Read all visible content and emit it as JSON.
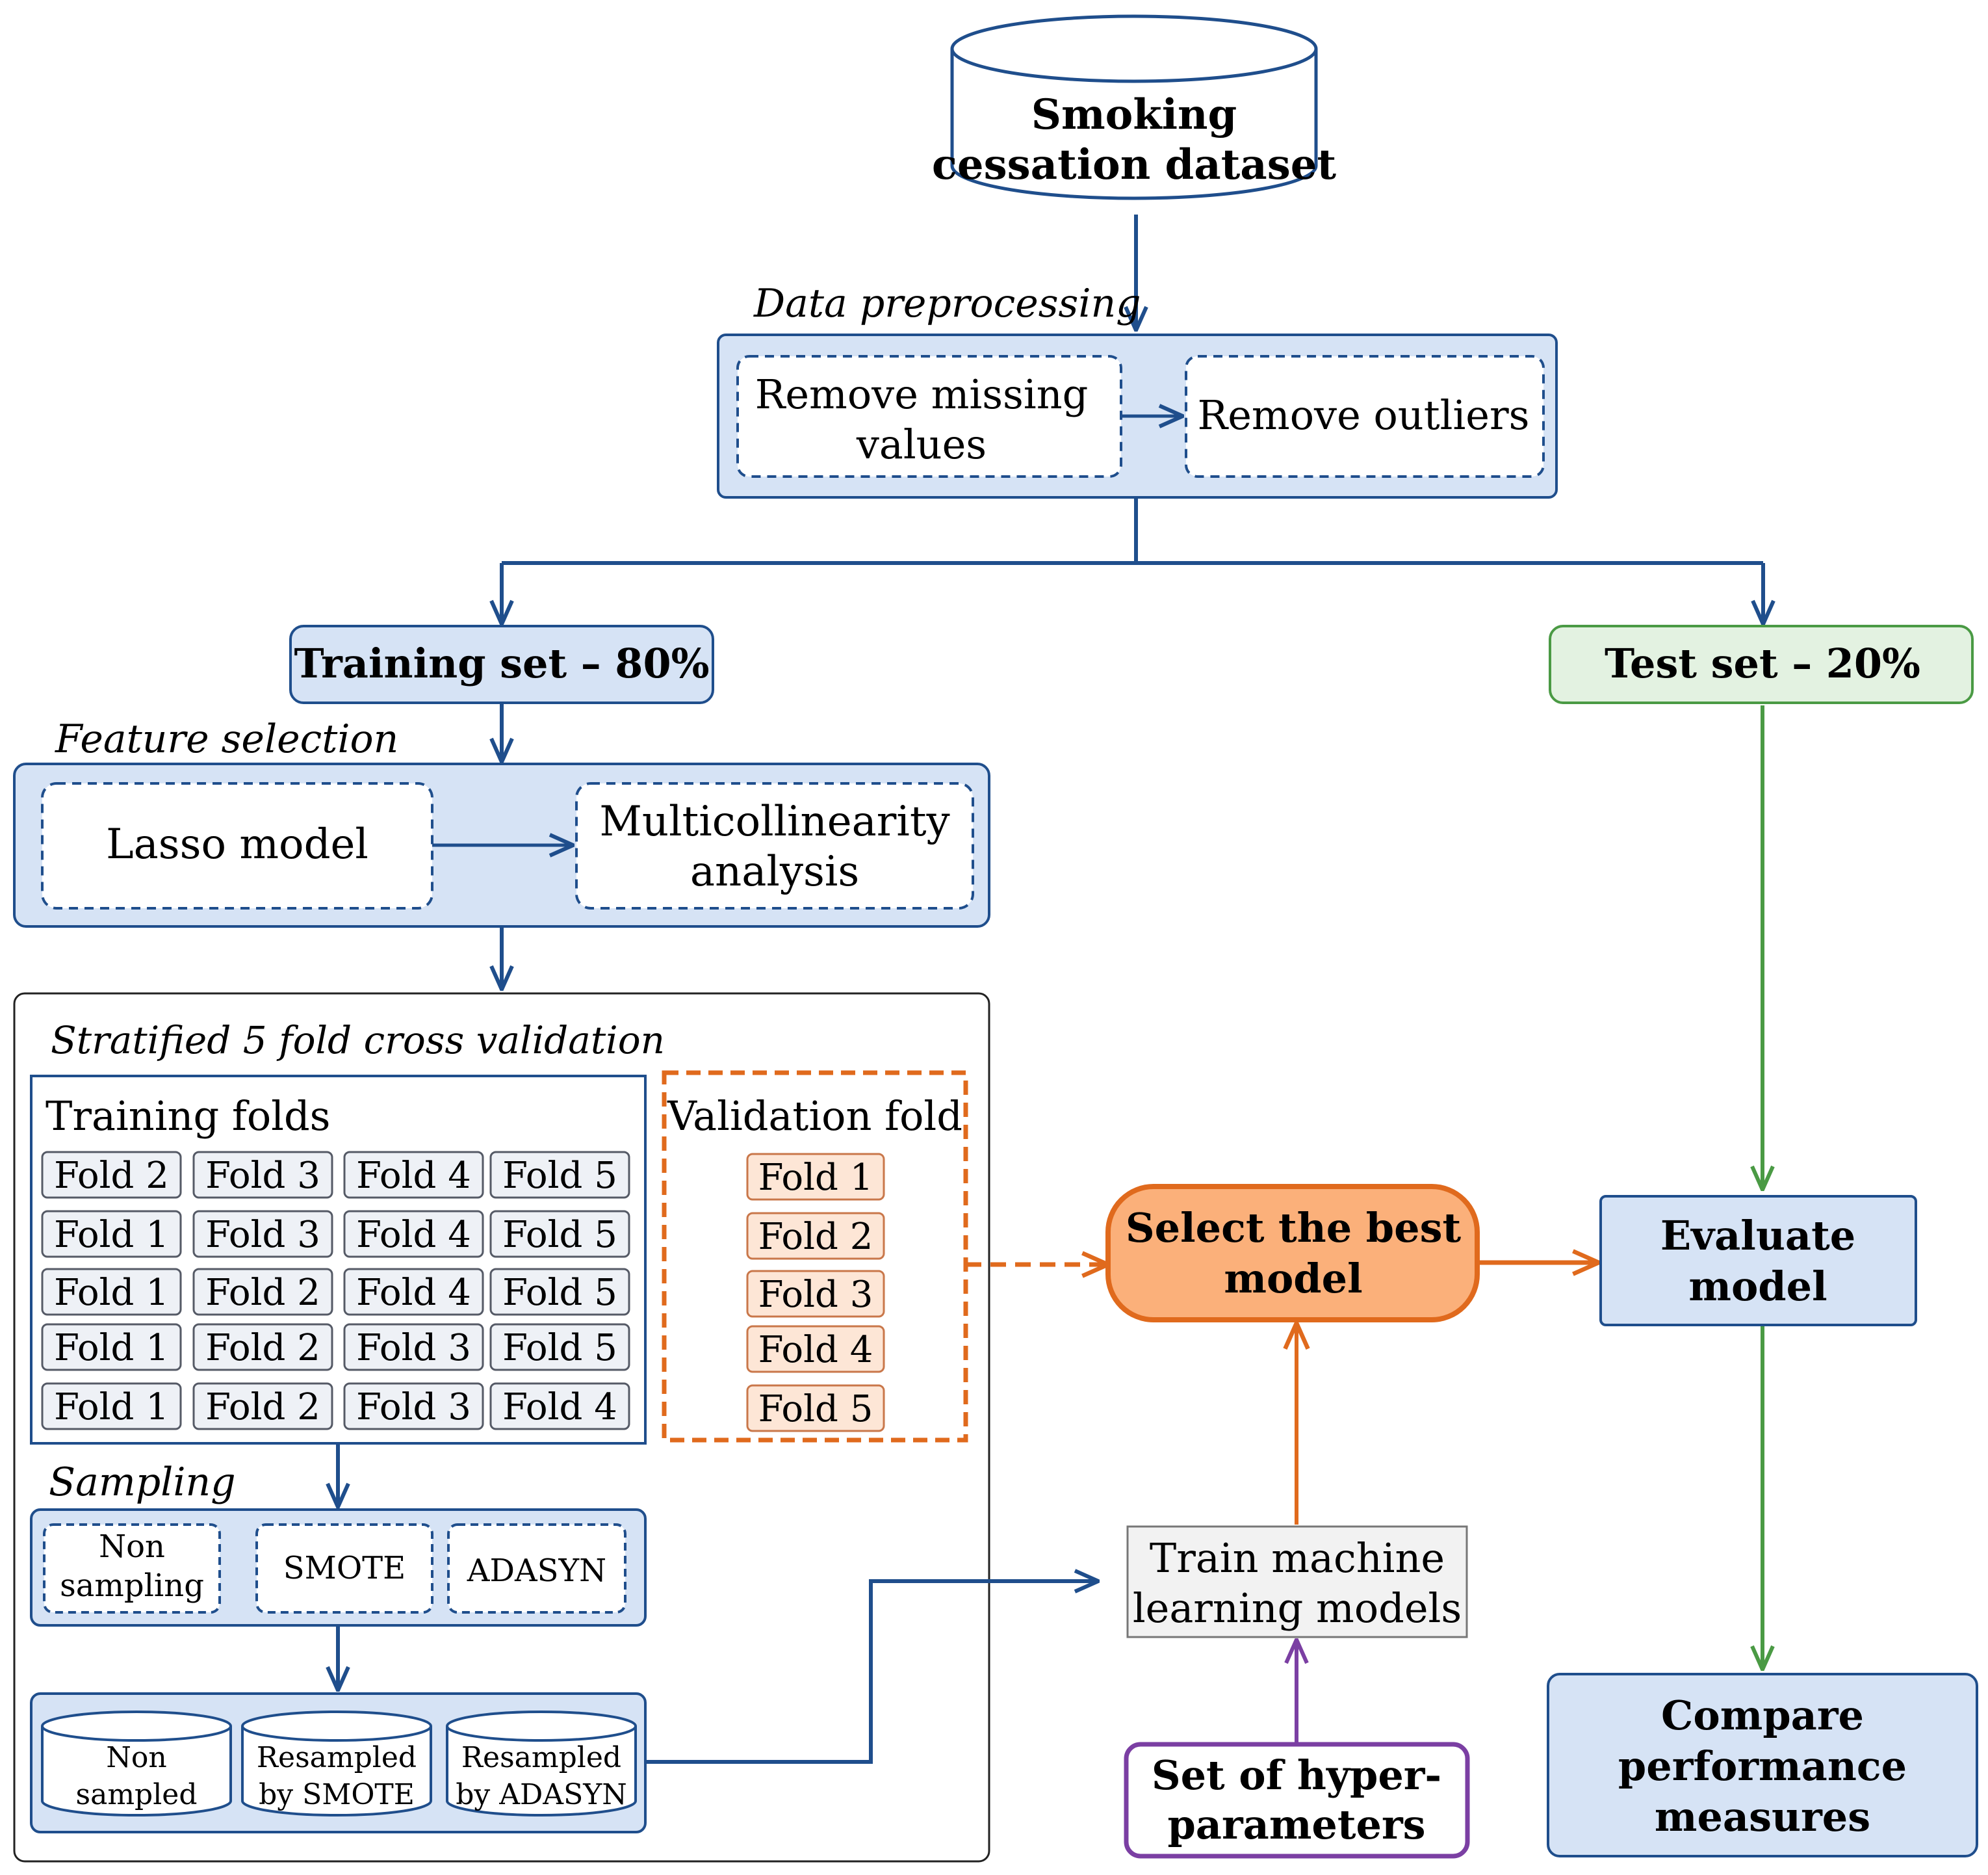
{
  "dataset": {
    "line1": "Smoking",
    "line2": "cessation dataset"
  },
  "preprocessing": {
    "label": "Data preprocessing",
    "step1_line1": "Remove missing",
    "step1_line2": "values",
    "step2": "Remove outliers"
  },
  "split": {
    "training": "Training set – 80%",
    "test": "Test set – 20%"
  },
  "feature_selection": {
    "label": "Feature selection",
    "lasso": "Lasso model",
    "multi_line1": "Multicollinearity",
    "multi_line2": "analysis"
  },
  "cv": {
    "label": "Stratified 5 fold cross validation",
    "training_folds_title": "Training folds",
    "training_rows": [
      [
        "Fold 2",
        "Fold 3",
        "Fold 4",
        "Fold 5"
      ],
      [
        "Fold 1",
        "Fold 3",
        "Fold 4",
        "Fold 5"
      ],
      [
        "Fold 1",
        "Fold 2",
        "Fold 4",
        "Fold 5"
      ],
      [
        "Fold 1",
        "Fold 2",
        "Fold 3",
        "Fold 5"
      ],
      [
        "Fold 1",
        "Fold 2",
        "Fold 3",
        "Fold 4"
      ]
    ],
    "validation_title": "Validation fold",
    "validation_folds": [
      "Fold 1",
      "Fold 2",
      "Fold 3",
      "Fold 4",
      "Fold 5"
    ]
  },
  "sampling": {
    "label": "Sampling",
    "non_line1": "Non",
    "non_line2": "sampling",
    "smote": "SMOTE",
    "adasyn": "ADASYN",
    "ds_non_line1": "Non",
    "ds_non_line2": "sampled",
    "ds_smote_line1": "Resampled",
    "ds_smote_line2": "by SMOTE",
    "ds_adasyn_line1": "Resampled",
    "ds_adasyn_line2": "by ADASYN"
  },
  "select_best": {
    "line1": "Select the best",
    "line2": "model"
  },
  "train_ml": {
    "line1": "Train machine",
    "line2": "learning models"
  },
  "hyper": {
    "line1": "Set of hyper-",
    "line2": "parameters"
  },
  "evaluate": {
    "line1": "Evaluate",
    "line2": "model"
  },
  "compare": {
    "line1": "Compare",
    "line2": "performance",
    "line3": "measures"
  },
  "colors": {
    "blue_fill": "#d6e3f5",
    "blue_stroke": "#1f4e8c",
    "green_fill": "#e3f2e1",
    "green_stroke": "#4a9a44",
    "orange_fill": "#fbb07a",
    "orange_stroke": "#e06a1d",
    "purple_stroke": "#7b3fa3",
    "fold_fill": "#eef1f6",
    "fold_stroke": "#555a66",
    "val_fill": "#fde6d6",
    "val_stroke": "#c9774a"
  }
}
